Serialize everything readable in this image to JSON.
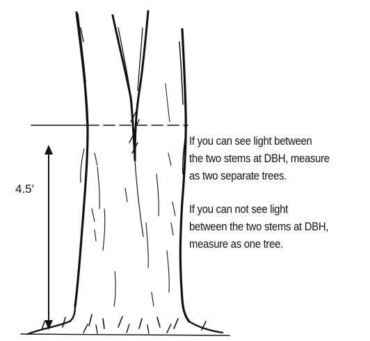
{
  "diagram": {
    "measurement_label": "4.5′",
    "note_see_light": [
      "If you can see light between",
      "the two stems at DBH, measure",
      "as two separate trees."
    ],
    "note_no_light": [
      "If you can not see light",
      "between the two stems at DBH,",
      "measure as one tree."
    ],
    "colors": {
      "ink": "#111111",
      "background": "#ffffff"
    },
    "icons": [
      "double-headed-arrow-icon",
      "tree-trunk-sketch"
    ]
  }
}
